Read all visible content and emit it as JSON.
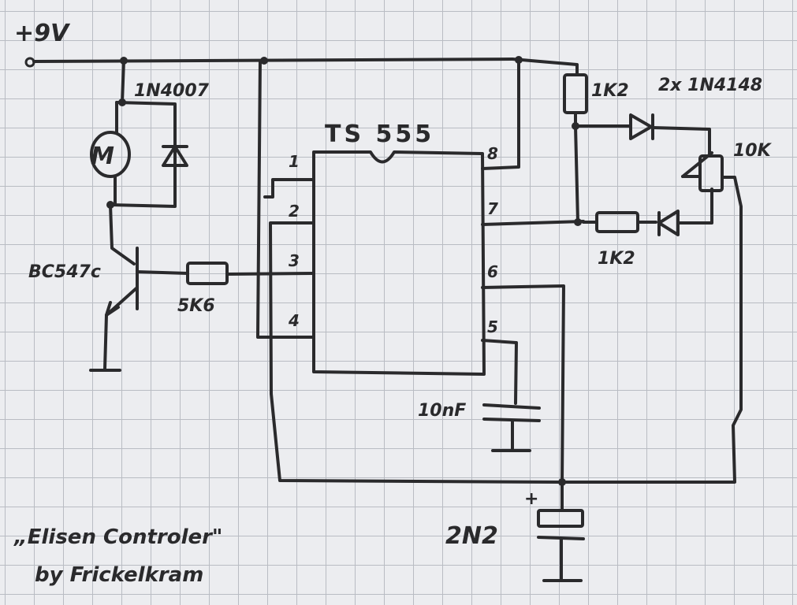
{
  "supply_label": "+9V",
  "ic": {
    "name": "TS 555",
    "pins": [
      "1",
      "2",
      "3",
      "4",
      "8",
      "7",
      "6",
      "5"
    ]
  },
  "components": {
    "diode_motor": "1N4007",
    "motor": "M",
    "transistor": "BC547c",
    "resistor_base": "5K6",
    "resistor_top": "1K2",
    "resistor_bottom": "1K2",
    "diodes_pair": "2x 1N4148",
    "potentiometer": "10K",
    "cap_pin5": "10nF",
    "cap_timing": "2N2",
    "cap_plus": "+"
  },
  "title": {
    "line1": "„Elisen Controler\"",
    "line2": "by Frickelkram"
  }
}
